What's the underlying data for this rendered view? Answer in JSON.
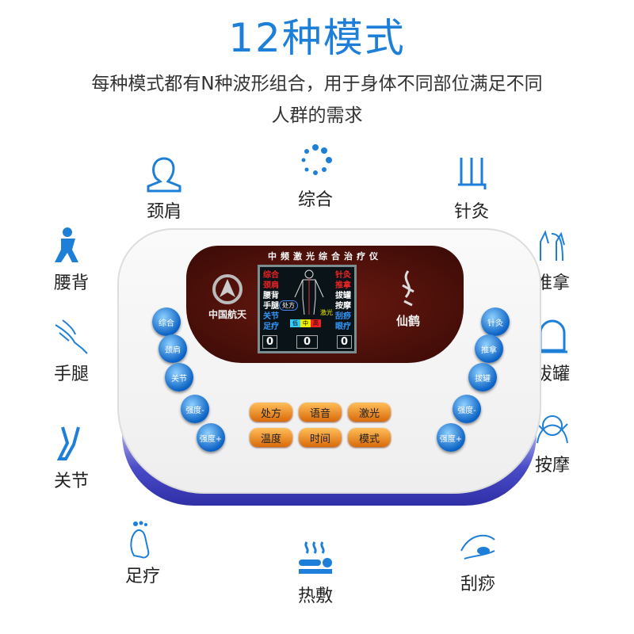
{
  "title": "12种模式",
  "subtitle_line1": "每种模式都有N种波形组合，用于身体不同部位满足不同",
  "subtitle_line2": "人群的需求",
  "modes": [
    {
      "label": "综合",
      "icon": "dots-circle-icon"
    },
    {
      "label": "颈肩",
      "icon": "head-shoulders-icon"
    },
    {
      "label": "针灸",
      "icon": "needles-icon"
    },
    {
      "label": "腰背",
      "icon": "lower-back-icon"
    },
    {
      "label": "推拿",
      "icon": "massage-hands-icon"
    },
    {
      "label": "手腿",
      "icon": "hand-leg-icon"
    },
    {
      "label": "拔罐",
      "icon": "cupping-icon"
    },
    {
      "label": "关节",
      "icon": "joint-icon"
    },
    {
      "label": "按摩",
      "icon": "face-massage-icon"
    },
    {
      "label": "足疗",
      "icon": "foot-icon"
    },
    {
      "label": "热敷",
      "icon": "hot-stone-icon"
    },
    {
      "label": "刮痧",
      "icon": "scraping-icon"
    }
  ],
  "device": {
    "panel_title": "中频激光综合治疗仪",
    "logo_text": "中国航天",
    "brand": "仙鹤",
    "screen_left": [
      "综合",
      "颈肩",
      "腰背",
      "手腿",
      "关节",
      "足疗"
    ],
    "screen_right": [
      "针灸",
      "推拿",
      "拔罐",
      "按摩",
      "刮痧",
      "眼疗"
    ],
    "screen_rx": "处方",
    "screen_laser": "激光",
    "screen_levels": [
      "低",
      "中",
      "高"
    ],
    "screen_readouts": [
      "0",
      "0",
      "0"
    ],
    "left_buttons": [
      "综合",
      "颈肩",
      "关节",
      "强度-",
      "强度+"
    ],
    "right_buttons": [
      "针灸",
      "推拿",
      "拔罐",
      "强度-",
      "强度+"
    ],
    "center_buttons": [
      "处方",
      "语音",
      "激光",
      "温度",
      "时间",
      "模式"
    ],
    "colors": {
      "accent": "#1e7fd8",
      "panel": "#4a0e08",
      "button_blue": "#0b62c4",
      "button_orange": "#e8861e"
    }
  }
}
